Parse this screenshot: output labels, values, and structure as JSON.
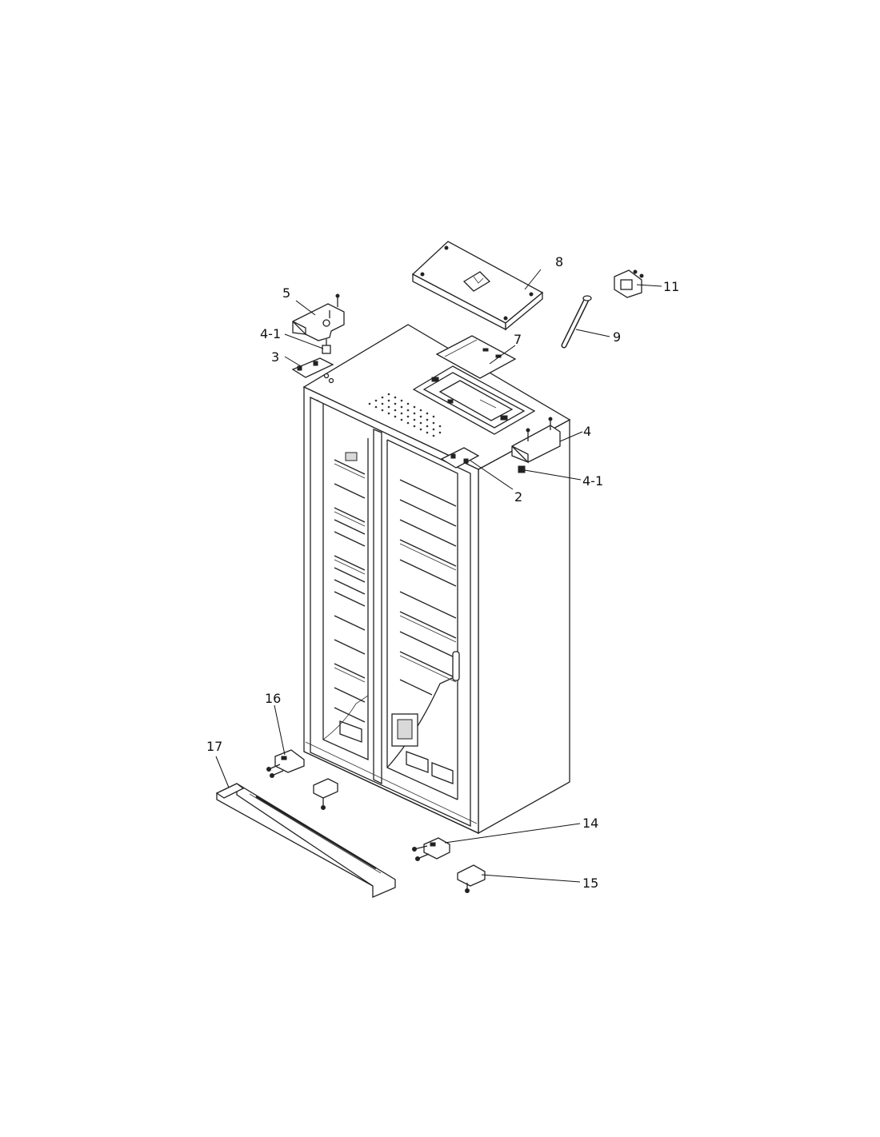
{
  "labels": {
    "l2": "2",
    "l3": "3",
    "l4": "4",
    "l4_1_left": "4-1",
    "l4_1_right": "4-1",
    "l5": "5",
    "l7": "7",
    "l8": "8",
    "l9": "9",
    "l11": "11",
    "l14": "14",
    "l15": "15",
    "l16": "16",
    "l17": "17"
  }
}
